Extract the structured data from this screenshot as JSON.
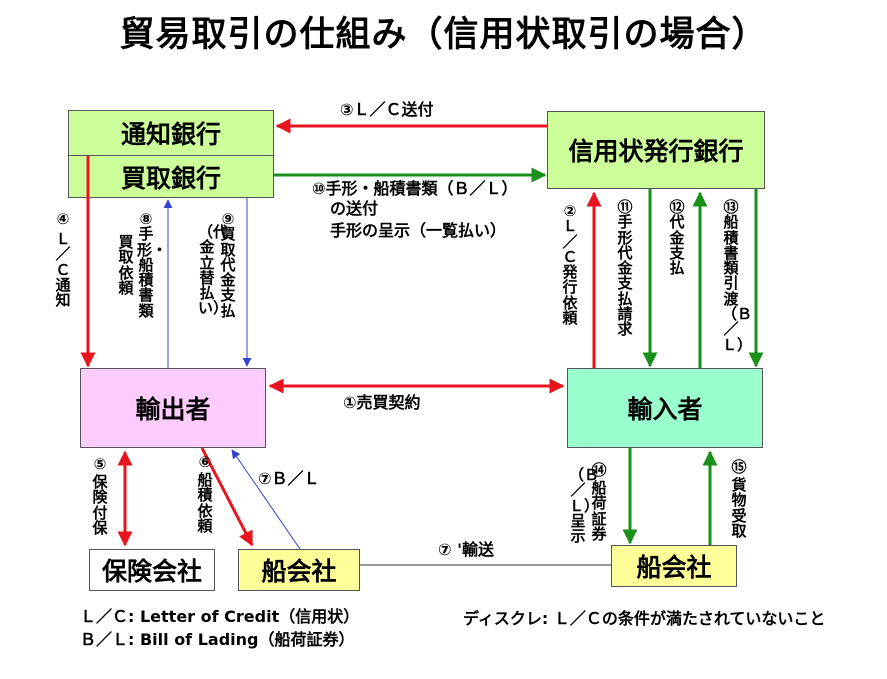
{
  "title": "貿易取引の仕組み（信用状取引の場合）",
  "boxes": {
    "notify_bank": "通知銀行",
    "buying_bank": "買取銀行",
    "issuing_bank": "信用状発行銀行",
    "exporter": "輸出者",
    "importer": "輸入者",
    "insurance": "保険会社",
    "ship_left": "船会社",
    "ship_right": "船会社"
  },
  "labels": {
    "s1": "①売買契約",
    "s2": "②Ｌ／Ｃ発行依頼",
    "s3": "③Ｌ／Ｃ送付",
    "s4_num": "④",
    "s4_text": "Ｌ／Ｃ通知",
    "s5_num": "⑤",
    "s5_text": "保険付保",
    "s6_num": "⑥",
    "s6_text": "船積依頼",
    "s7a": "⑦Ｂ／Ｌ",
    "s7b": "⑦ '輸送",
    "s8_col1": "⑧手形・船積書類",
    "s8_col2": "買取依頼",
    "s9_col1": "⑨買取代金支払",
    "s9_col2": "（代金立替払い）",
    "s10_l1": "⑩手形・船積書類（Ｂ／Ｌ）",
    "s10_l2": "の送付",
    "s10_l3": "手形の呈示（一覧払い）",
    "s11": "⑪手形代金支払請求",
    "s12": "⑫代金支払",
    "s13": "⑬船積書類引渡（Ｂ／Ｌ）",
    "s14_num": "⑭",
    "s14_col1": "（Ｂ／Ｌ）呈示",
    "s14_col2": "船荷証券",
    "s15_num": "⑮",
    "s15_text": "貨物受取"
  },
  "legend": {
    "lc": "Ｌ／Ｃ:  Letter of Credit（信用状）",
    "bl": "Ｂ／Ｌ:   Bill of Lading（船荷証券）",
    "disclaimer": "ディスクレ:   Ｌ／Ｃの条件が満たされていないこと"
  },
  "colors": {
    "red_arrow": "#e8141e",
    "green_arrow": "#1a8f1a",
    "blue_arrow": "#3344cc",
    "plain_line": "#333333"
  }
}
